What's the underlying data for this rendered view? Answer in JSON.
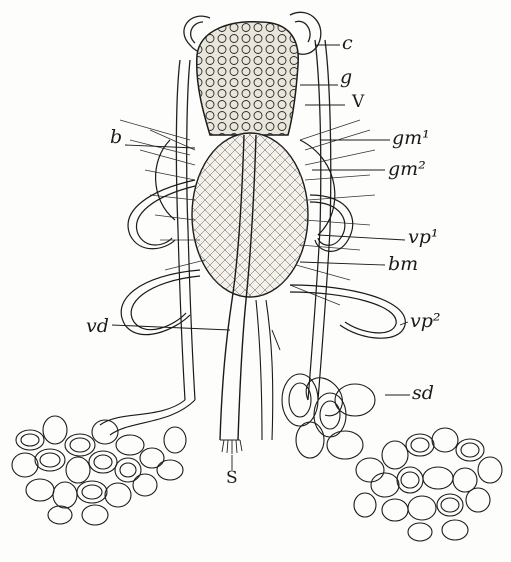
{
  "figure": {
    "labels": {
      "c": "c",
      "g": "g",
      "v": "V",
      "b": "b",
      "gm1": "gm¹",
      "gm2": "gm²",
      "vp1": "vp¹",
      "bm": "bm",
      "vp2": "vp²",
      "vd": "vd",
      "sd": "sd",
      "s": "S"
    }
  },
  "colors": {
    "ink": "#1a1a1a",
    "paper": "#fdfdfb",
    "fill": "#e9e6dc"
  }
}
